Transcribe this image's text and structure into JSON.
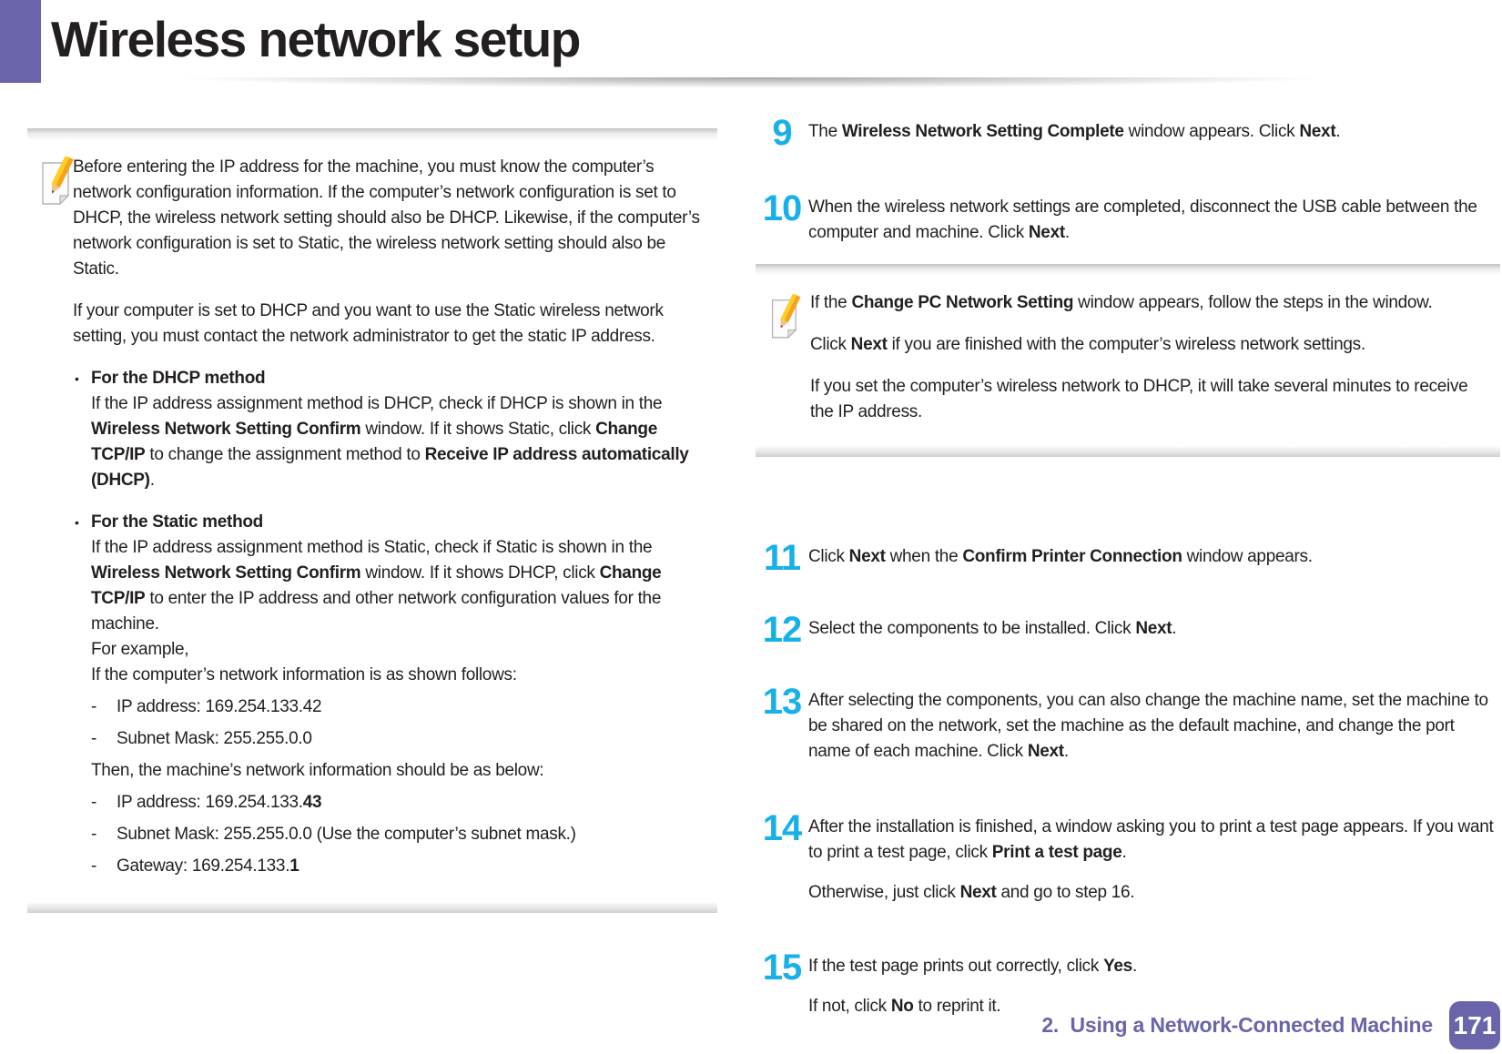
{
  "header": {
    "title": "Wireless network setup"
  },
  "colors": {
    "accent_purple": "#6a64ab",
    "step_number_cyan": "#18b0e8",
    "body_text": "#231f20"
  },
  "left_note": {
    "icon": "pencil-note-icon",
    "paras": [
      [
        {
          "t": "Before entering the IP address for the machine, you must know the computer’s network configuration information. If the computer’s network configuration is set to DHCP, the wireless network setting should also be DHCP. Likewise, if the computer’s network configuration is set to Static, the wireless network setting should also be Static."
        }
      ],
      [
        {
          "t": "If your computer is set to DHCP and you want to use the Static wireless network setting, you must contact the network administrator to get the static IP address."
        }
      ]
    ],
    "bullets": [
      {
        "marker": "•",
        "title": "For the DHCP method",
        "body": [
          {
            "t": "If the IP address assignment method is DHCP, check if DHCP is shown in the "
          },
          {
            "t": "Wireless Network Setting Confirm",
            "b": true
          },
          {
            "t": " window. If it shows Static, click "
          },
          {
            "t": "Change TCP/IP",
            "b": true
          },
          {
            "t": " to change the assignment method to "
          },
          {
            "t": "Receive IP address automatically (DHCP)",
            "b": true
          },
          {
            "t": "."
          }
        ]
      },
      {
        "marker": "•",
        "title": "For the Static method",
        "body": [
          {
            "t": "If the IP address assignment method is Static, check if Static is shown in the "
          },
          {
            "t": "Wireless Network Setting Confirm",
            "b": true
          },
          {
            "t": " window. If it shows DHCP, click "
          },
          {
            "t": "Change TCP/IP",
            "b": true
          },
          {
            "t": " to enter the IP address and other network configuration values for the machine."
          }
        ],
        "example_intro": [
          [
            {
              "t": "For example,"
            }
          ],
          [
            {
              "t": "If the computer’s network information is as shown follows:"
            }
          ]
        ],
        "dash_items_1": [
          {
            "marker": "-",
            "runs": [
              {
                "t": "IP address: 169.254.133.42"
              }
            ]
          },
          {
            "marker": "-",
            "runs": [
              {
                "t": "Subnet Mask: 255.255.0.0"
              }
            ]
          }
        ],
        "mid_line": [
          {
            "t": "Then, the machine’s network information should be as below:"
          }
        ],
        "dash_items_2": [
          {
            "marker": "-",
            "runs": [
              {
                "t": "IP address: 169.254.133."
              },
              {
                "t": "43",
                "b": true
              }
            ]
          },
          {
            "marker": "-",
            "runs": [
              {
                "t": "Subnet Mask: 255.255.0.0 (Use the computer’s subnet mask.)"
              }
            ]
          },
          {
            "marker": "-",
            "runs": [
              {
                "t": "Gateway: 169.254.133."
              },
              {
                "t": "1",
                "b": true
              }
            ]
          }
        ]
      }
    ]
  },
  "right": {
    "steps_before_note": [
      {
        "num": "9",
        "paras": [
          [
            {
              "t": "The "
            },
            {
              "t": "Wireless Network Setting Complete",
              "b": true
            },
            {
              "t": " window appears. Click "
            },
            {
              "t": "Next",
              "b": true
            },
            {
              "t": "."
            }
          ]
        ]
      },
      {
        "num": "10",
        "paras": [
          [
            {
              "t": "When the wireless network settings are completed, disconnect the USB cable between the computer and machine. Click "
            },
            {
              "t": "Next",
              "b": true
            },
            {
              "t": "."
            }
          ]
        ]
      }
    ],
    "note": {
      "icon": "pencil-note-icon",
      "paras": [
        [
          {
            "t": "If the "
          },
          {
            "t": "Change PC Network Setting",
            "b": true
          },
          {
            "t": " window appears, follow the steps in the window."
          }
        ],
        [
          {
            "t": "Click "
          },
          {
            "t": "Next",
            "b": true
          },
          {
            "t": " if you are finished with the computer’s wireless network settings."
          }
        ],
        [
          {
            "t": "If you set the computer’s wireless network to DHCP, it will take several minutes to receive the IP address."
          }
        ]
      ]
    },
    "steps_after_note": [
      {
        "num": "11",
        "paras": [
          [
            {
              "t": "Click "
            },
            {
              "t": "Next",
              "b": true
            },
            {
              "t": " when the "
            },
            {
              "t": "Confirm Printer Connection",
              "b": true
            },
            {
              "t": " window appears."
            }
          ]
        ]
      },
      {
        "num": "12",
        "paras": [
          [
            {
              "t": "Select the components to be installed. Click "
            },
            {
              "t": "Next",
              "b": true
            },
            {
              "t": "."
            }
          ]
        ]
      },
      {
        "num": "13",
        "paras": [
          [
            {
              "t": "After selecting the components, you can also change the machine name, set the machine to be shared on the network, set the machine as the default machine, and change the port name of each machine. Click "
            },
            {
              "t": "Next",
              "b": true
            },
            {
              "t": "."
            }
          ]
        ]
      },
      {
        "num": "14",
        "paras": [
          [
            {
              "t": "After the installation is finished, a window asking you to print a test page appears. If you want to print a test page, click "
            },
            {
              "t": "Print a test page",
              "b": true
            },
            {
              "t": "."
            }
          ],
          [
            {
              "t": "Otherwise, just click "
            },
            {
              "t": "Next",
              "b": true
            },
            {
              "t": " and go to step 16."
            }
          ]
        ]
      },
      {
        "num": "15",
        "paras": [
          [
            {
              "t": "If the test page prints out correctly, click "
            },
            {
              "t": "Yes",
              "b": true
            },
            {
              "t": "."
            }
          ],
          [
            {
              "t": "If not, click "
            },
            {
              "t": "No",
              "b": true
            },
            {
              "t": " to reprint it."
            }
          ]
        ]
      }
    ]
  },
  "footer": {
    "chapter": "2.  Using a Network-Connected Machine",
    "page_number": "171"
  }
}
